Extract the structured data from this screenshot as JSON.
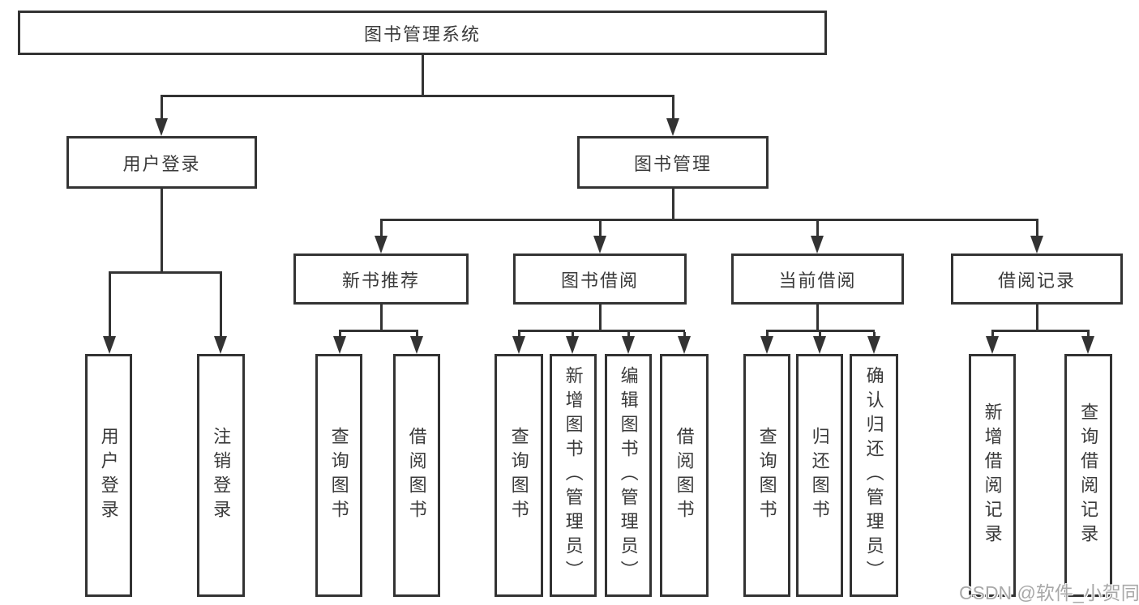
{
  "diagram": {
    "root": {
      "label": "图书管理系统"
    },
    "branches": [
      {
        "label": "用户登录",
        "children": [
          {
            "label": "用户登录"
          },
          {
            "label": "注销登录"
          }
        ]
      },
      {
        "label": "图书管理",
        "children": [
          {
            "label": "新书推荐",
            "children": [
              {
                "label": "查询图书"
              },
              {
                "label": "借阅图书"
              }
            ]
          },
          {
            "label": "图书借阅",
            "children": [
              {
                "label": "查询图书"
              },
              {
                "label": "新增图书（管理员）"
              },
              {
                "label": "编辑图书（管理员）"
              },
              {
                "label": "借阅图书"
              }
            ]
          },
          {
            "label": "当前借阅",
            "children": [
              {
                "label": "查询图书"
              },
              {
                "label": "归还图书"
              },
              {
                "label": "确认归还（管理员）"
              }
            ]
          },
          {
            "label": "借阅记录",
            "children": [
              {
                "label": "新增借阅记录"
              },
              {
                "label": "查询借阅记录"
              }
            ]
          }
        ]
      }
    ],
    "watermark": "CSDN @软件_小贺同学",
    "colors": {
      "line": "#333333",
      "box_border": "#333333",
      "text": "#3a3a3a",
      "background": "#ffffff",
      "watermark": "#a8a8a8"
    }
  }
}
